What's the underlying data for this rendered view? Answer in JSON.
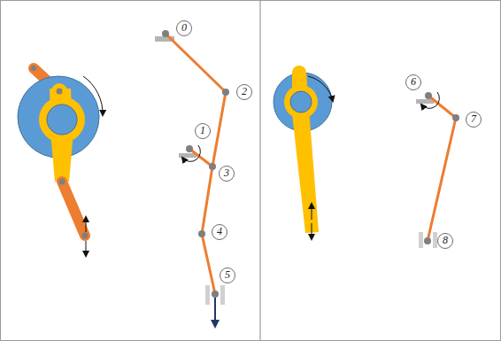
{
  "diagram": {
    "labels": [
      "0",
      "2",
      "1",
      "3",
      "4",
      "5",
      "6",
      "7",
      "8"
    ]
  }
}
